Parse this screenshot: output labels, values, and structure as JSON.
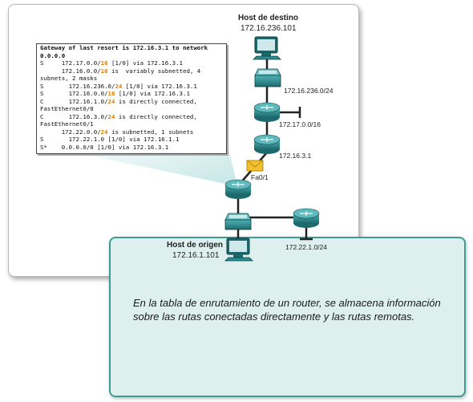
{
  "route_table": {
    "header_line1": "Gateway of last resort is 172.16.3.1 to network",
    "header_line2": "0.0.0.0",
    "lines": [
      {
        "pre": "S     172.17.0.0/",
        "mask": "16",
        "post": " [1/0] via 172.16.3.1"
      },
      {
        "pre": "      172.16.0.0/",
        "mask": "16",
        "post": " is  variably subnetted, 4"
      },
      {
        "pre": "subnets, 2 masks",
        "mask": "",
        "post": ""
      },
      {
        "pre": "S       172.16.236.0/",
        "mask": "24",
        "post": " [1/0] via 172.16.3.1"
      },
      {
        "pre": "S       172.16.0.0/",
        "mask": "16",
        "post": " [1/0] via 172.16.3.1"
      },
      {
        "pre": "C       172.16.1.0/",
        "mask": "24",
        "post": " is directly connected,"
      },
      {
        "pre": "FastEthernet0/0",
        "mask": "",
        "post": ""
      },
      {
        "pre": "C       172.16.3.0/",
        "mask": "24",
        "post": " is directly connected,"
      },
      {
        "pre": "FastEthernet0/1",
        "mask": "",
        "post": ""
      },
      {
        "pre": "      172.22.0.0/",
        "mask": "24",
        "post": " is subnetted, 1 subnets"
      },
      {
        "pre": "S       172.22.1.0 [1/0] via 172.16.1.1",
        "mask": "",
        "post": ""
      },
      {
        "pre": "S*    0.0.0.0/0 [1/0] via 172.16.3.1",
        "mask": "",
        "post": ""
      }
    ]
  },
  "topology": {
    "dest_host_title": "Host de destino",
    "dest_host_ip": "172.16.236.101",
    "net_dest": "172.16.236.0/24",
    "net_17": "172.17.0.0/16",
    "gateway_ip": "172.16.3.1",
    "interface": "Fa0/1",
    "net_22": "172.22.1.0/24",
    "src_host_title": "Host de origen",
    "src_host_ip": "172.16.1.101"
  },
  "caption": "En la tabla de enrutamiento de un router, se almacena información sobre las rutas conectadas directamente y las rutas remotas.",
  "colors": {
    "device": "#2a8c90",
    "device_dark": "#1d6a6e",
    "highlight": "#e07b00",
    "caption_bg": "#ddf0ee",
    "caption_border": "#3e9a93"
  }
}
